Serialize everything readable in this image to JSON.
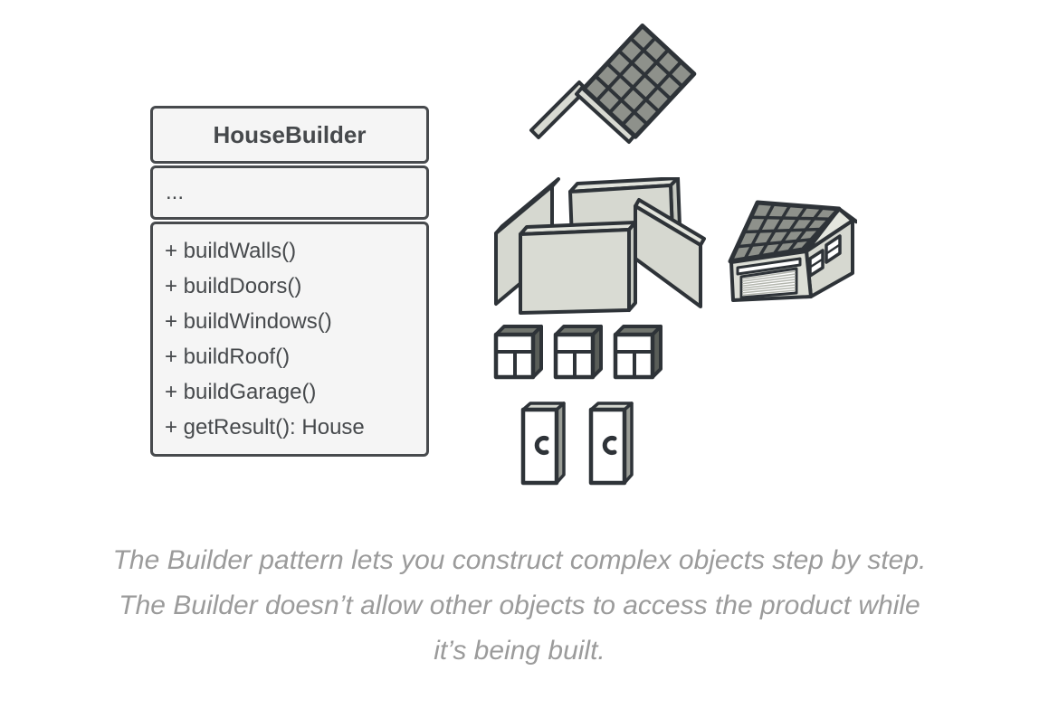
{
  "uml_class": {
    "name": "HouseBuilder",
    "attributes_placeholder": "...",
    "methods": [
      "+ buildWalls()",
      "+ buildDoors()",
      "+ buildWindows()",
      "+ buildRoof()",
      "+ buildGarage()",
      "+ getResult(): House"
    ]
  },
  "illustrations": {
    "roof_label": "roof",
    "walls_label": "walls",
    "garage_label": "garage-house",
    "window_label": "window",
    "door_label": "door",
    "window_count": 3,
    "door_count": 2
  },
  "caption": {
    "lines": [
      "The Builder pattern lets you construct complex objects step by step.",
      "The Builder doesn’t allow other objects to access the product while",
      "it’s being built."
    ]
  },
  "colors": {
    "background": "#ffffff",
    "outline": "#2e3338",
    "box_border": "#474a4d",
    "box_background": "#f5f5f5",
    "box_text": "#46494c",
    "tile_gray": "#8e918b",
    "wall_light": "#d6d8d0",
    "wall_lighter": "#e2e4dc",
    "wall_shade": "#c6c9c1",
    "caption_gray": "#9b9b9b",
    "pane_white": "#ffffff"
  }
}
